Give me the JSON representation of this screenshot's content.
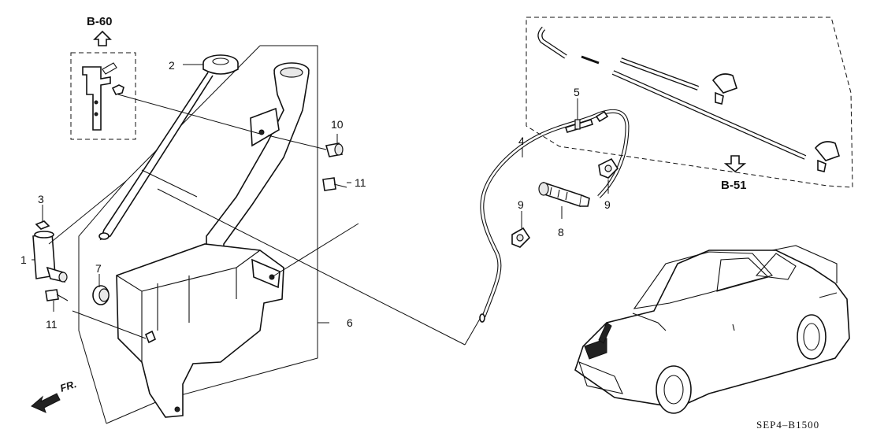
{
  "diagram": {
    "code": "SEP4–B1500",
    "front_label": "FR.",
    "refs": {
      "top": "B-60",
      "right": "B-51"
    },
    "callouts": [
      {
        "id": "1",
        "text": "1"
      },
      {
        "id": "2",
        "text": "2"
      },
      {
        "id": "3",
        "text": "3"
      },
      {
        "id": "4",
        "text": "4"
      },
      {
        "id": "5",
        "text": "5"
      },
      {
        "id": "6",
        "text": "6"
      },
      {
        "id": "7",
        "text": "7"
      },
      {
        "id": "8",
        "text": "8"
      },
      {
        "id": "9a",
        "text": "9"
      },
      {
        "id": "9b",
        "text": "9"
      },
      {
        "id": "10",
        "text": "10"
      },
      {
        "id": "11a",
        "text": "11"
      },
      {
        "id": "11b",
        "text": "11"
      }
    ]
  }
}
